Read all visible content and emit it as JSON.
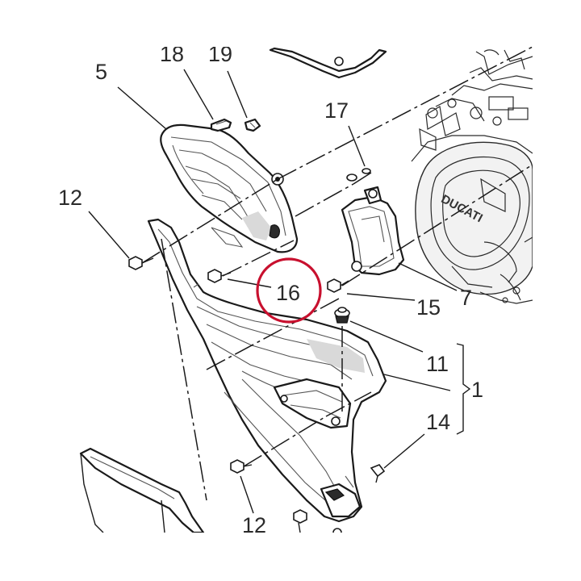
{
  "diagram": {
    "brand_mark": "DUCATI",
    "highlight": {
      "target": "16",
      "color": "#c8102e"
    },
    "colors": {
      "line": "#1a1a1a",
      "highlight": "#c8102e",
      "background": "#ffffff"
    },
    "callouts": [
      {
        "id": "c18",
        "text": "18"
      },
      {
        "id": "c19",
        "text": "19"
      },
      {
        "id": "c5",
        "text": "5"
      },
      {
        "id": "c17",
        "text": "17"
      },
      {
        "id": "c12a",
        "text": "12"
      },
      {
        "id": "c16",
        "text": "16"
      },
      {
        "id": "c15",
        "text": "15"
      },
      {
        "id": "c7",
        "text": "7"
      },
      {
        "id": "c11",
        "text": "11"
      },
      {
        "id": "c1",
        "text": "1"
      },
      {
        "id": "c14",
        "text": "14"
      },
      {
        "id": "c12b",
        "text": "12"
      }
    ]
  }
}
